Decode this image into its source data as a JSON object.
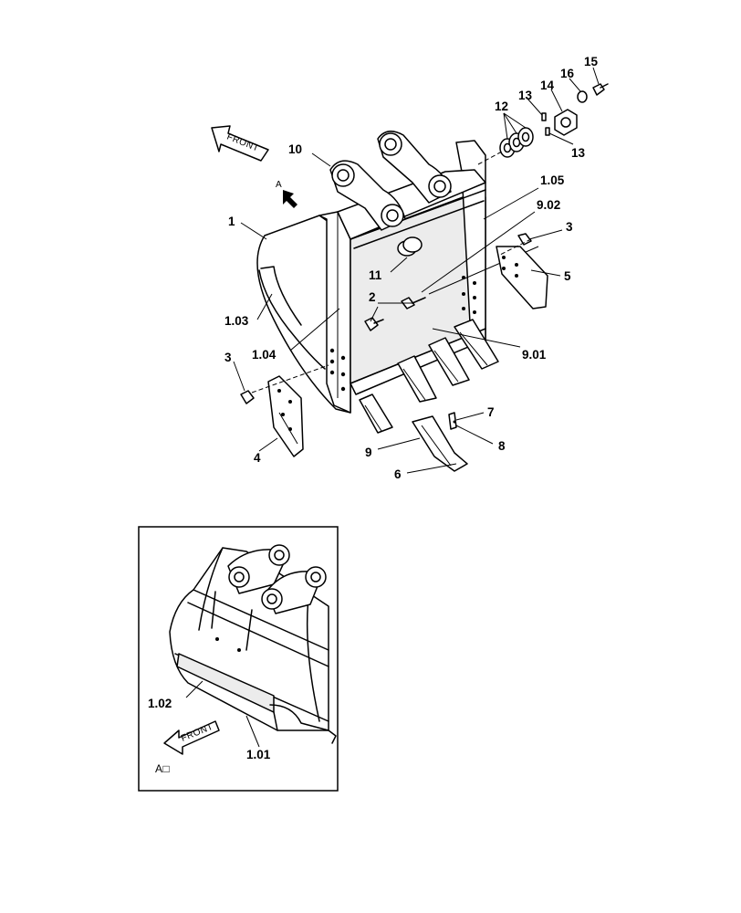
{
  "arrows": {
    "front_top": "FRONT",
    "front_detail": "FRONT",
    "view_marker": "A"
  },
  "detail": {
    "caption": "A□"
  },
  "callouts": {
    "c1": "1",
    "c1_01": "1.01",
    "c1_02": "1.02",
    "c1_03": "1.03",
    "c1_04": "1.04",
    "c1_05": "1.05",
    "c2": "2",
    "c3_left": "3",
    "c3_right": "3",
    "c4": "4",
    "c5": "5",
    "c6": "6",
    "c7": "7",
    "c8": "8",
    "c9": "9",
    "c9_01": "9.01",
    "c9_02": "9.02",
    "c10": "10",
    "c11": "11",
    "c12": "12",
    "c13_top": "13",
    "c13_bottom": "13",
    "c14": "14",
    "c15": "15",
    "c16": "16"
  }
}
